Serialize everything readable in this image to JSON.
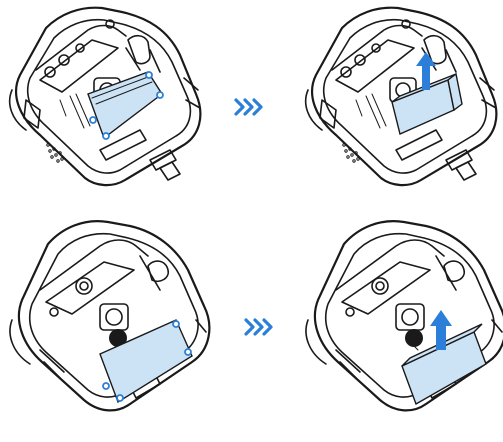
{
  "diagram": {
    "rows": [
      {
        "step_before": "filter-cover-installed-view",
        "step_after": "filter-cover-lifting-view",
        "arrow_label": "»"
      },
      {
        "step_before": "filter-cover-installed-view-alt",
        "step_after": "filter-cover-lifting-view-alt",
        "arrow_label": "»"
      }
    ]
  },
  "colors": {
    "accent_blue": "#2b7fd8",
    "part_fill": "#cce3f6",
    "line": "#1a1a1a",
    "background": "#ffffff"
  },
  "icons": {
    "step_arrow": "triple-chevron-right-icon",
    "lift_arrow": "up-arrow-icon",
    "screw": "screw-icon"
  }
}
